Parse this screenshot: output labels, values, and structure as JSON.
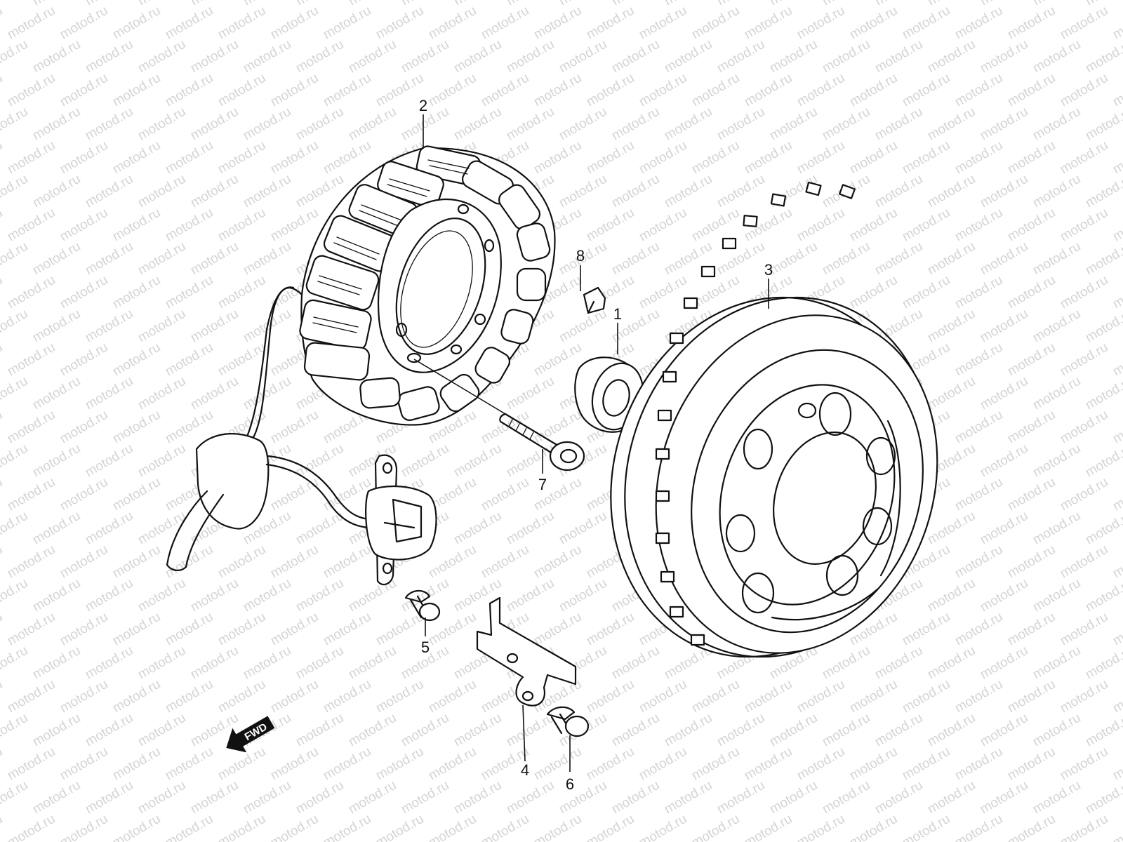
{
  "watermark": "motod.ru",
  "callouts": [
    "1",
    "2",
    "3",
    "4",
    "5",
    "6",
    "7",
    "8"
  ],
  "fwd_label": "FWD"
}
